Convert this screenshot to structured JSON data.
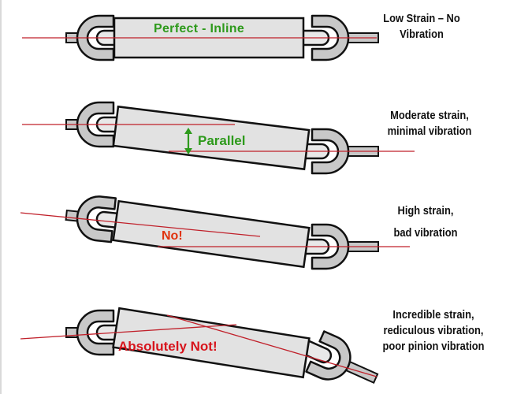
{
  "rows": [
    {
      "tag": "Perfect - Inline",
      "label_lines": [
        "Low Strain – No Vibration"
      ]
    },
    {
      "tag": "Parallel",
      "label_lines": [
        "Moderate strain,",
        "minimal vibration"
      ]
    },
    {
      "tag": "No!",
      "label_lines": [
        "High strain,",
        "bad vibration"
      ]
    },
    {
      "tag": "Absolutely Not!",
      "label_lines": [
        "Incredible strain,",
        "rediculous vibration,",
        "poor pinion vibration"
      ]
    }
  ],
  "colors": {
    "good": "#2e9a1c",
    "bad": "#e0330e",
    "worst": "#d7141c",
    "axis_line": "#c0202a",
    "driveshaft_fill": "#e2e2e2",
    "outline": "#111111"
  }
}
